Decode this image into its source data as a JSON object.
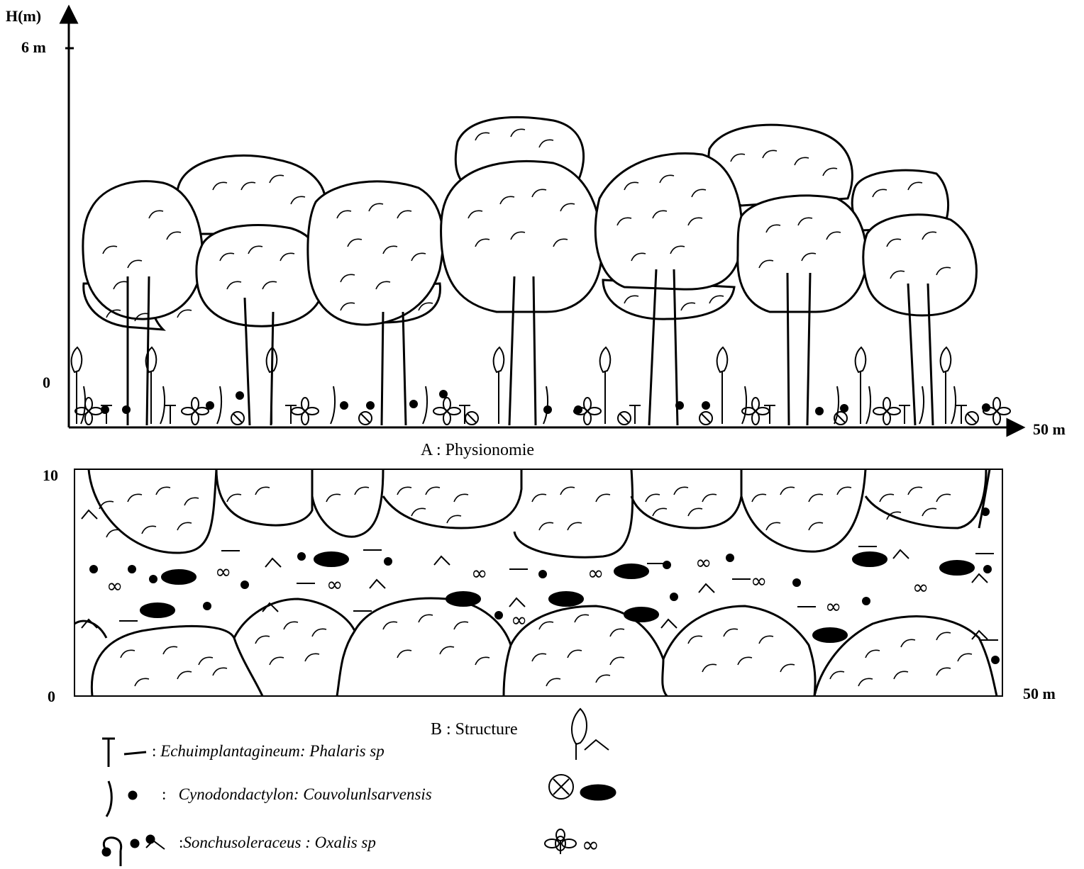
{
  "panel_a": {
    "y_axis_title": "H(m)",
    "y_top_tick": "6 m",
    "y_zero": "0",
    "x_end": "50 m",
    "caption": "A : Physionomie"
  },
  "panel_b": {
    "y_top": "10",
    "y_zero": "0",
    "x_end": "50 m",
    "caption": "B : Structure"
  },
  "legend": [
    {
      "prefix": ": ",
      "text": "Echuimplantagineum: Phalaris sp"
    },
    {
      "prefix": ":   ",
      "text": "Cynodondactylon: Couvolunlsarvensis"
    },
    {
      "prefix": ":",
      "text": "Sonchusoleraceus : Oxalis sp"
    }
  ],
  "colors": {
    "ink": "#000000",
    "paper": "#ffffff"
  }
}
